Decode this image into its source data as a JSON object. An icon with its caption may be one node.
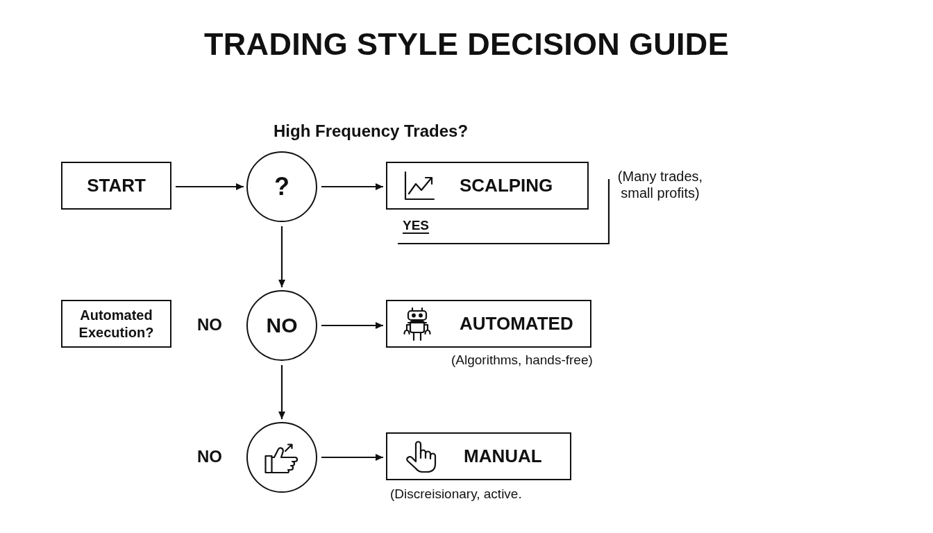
{
  "diagram": {
    "title": "TRADING STYLE DECISION GUIDE",
    "nodes": [
      {
        "text": [
          "START"
        ]
      },
      {
        "text": [
          "?"
        ]
      },
      {
        "text": [
          "SCALPING"
        ],
        "beside": [
          "(Many trades, small profits)"
        ]
      },
      {
        "text": [
          "Automated Execution?"
        ]
      },
      {
        "text": [
          "NO"
        ]
      },
      {
        "text": [
          "AUTOMATED"
        ],
        "beside": [
          "(Algorithms, hands-free)"
        ]
      },
      {
        "text": [],
        "shape": "circle"
      },
      {
        "text": [
          "MANUAL"
        ],
        "beside": [
          "(Discreisionary, active."
        ]
      }
    ],
    "edges": [
      {
        "from": 0,
        "to": 1,
        "arrow": "to"
      },
      {
        "from": 1,
        "to": 2,
        "arrow": "to"
      },
      {
        "from": 1,
        "to": 4,
        "arrow": "to"
      },
      {
        "from": 4,
        "to": 5,
        "arrow": "to"
      },
      {
        "from": 4,
        "to": 6,
        "arrow": "to"
      },
      {
        "from": 6,
        "to": 7,
        "arrow": "to"
      }
    ],
    "labels": [
      "High Frequency Trades?",
      "YES",
      "NO",
      "NO"
    ]
  }
}
